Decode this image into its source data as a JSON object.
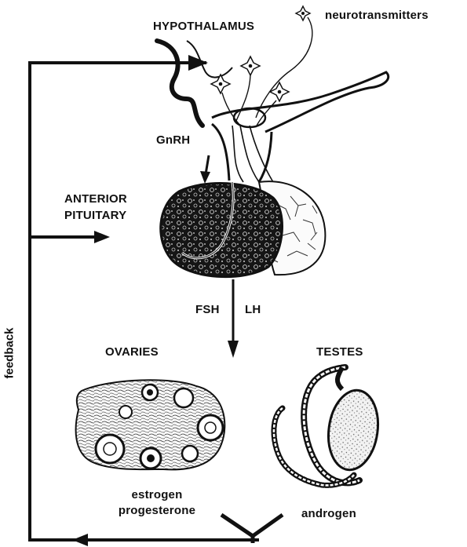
{
  "labels": {
    "hypothalamus": "HYPOTHALAMUS",
    "neurotransmitters": "neurotransmitters",
    "gnrh": "GnRH",
    "anterior_pituitary_line1": "ANTERIOR",
    "anterior_pituitary_line2": "PITUITARY",
    "fsh": "FSH",
    "lh": "LH",
    "ovaries": "OVARIES",
    "testes": "TESTES",
    "estrogen": "estrogen",
    "progesterone": "progesterone",
    "androgen": "androgen",
    "feedback": "feedback"
  },
  "colors": {
    "ink": "#111111",
    "background": "#ffffff"
  }
}
